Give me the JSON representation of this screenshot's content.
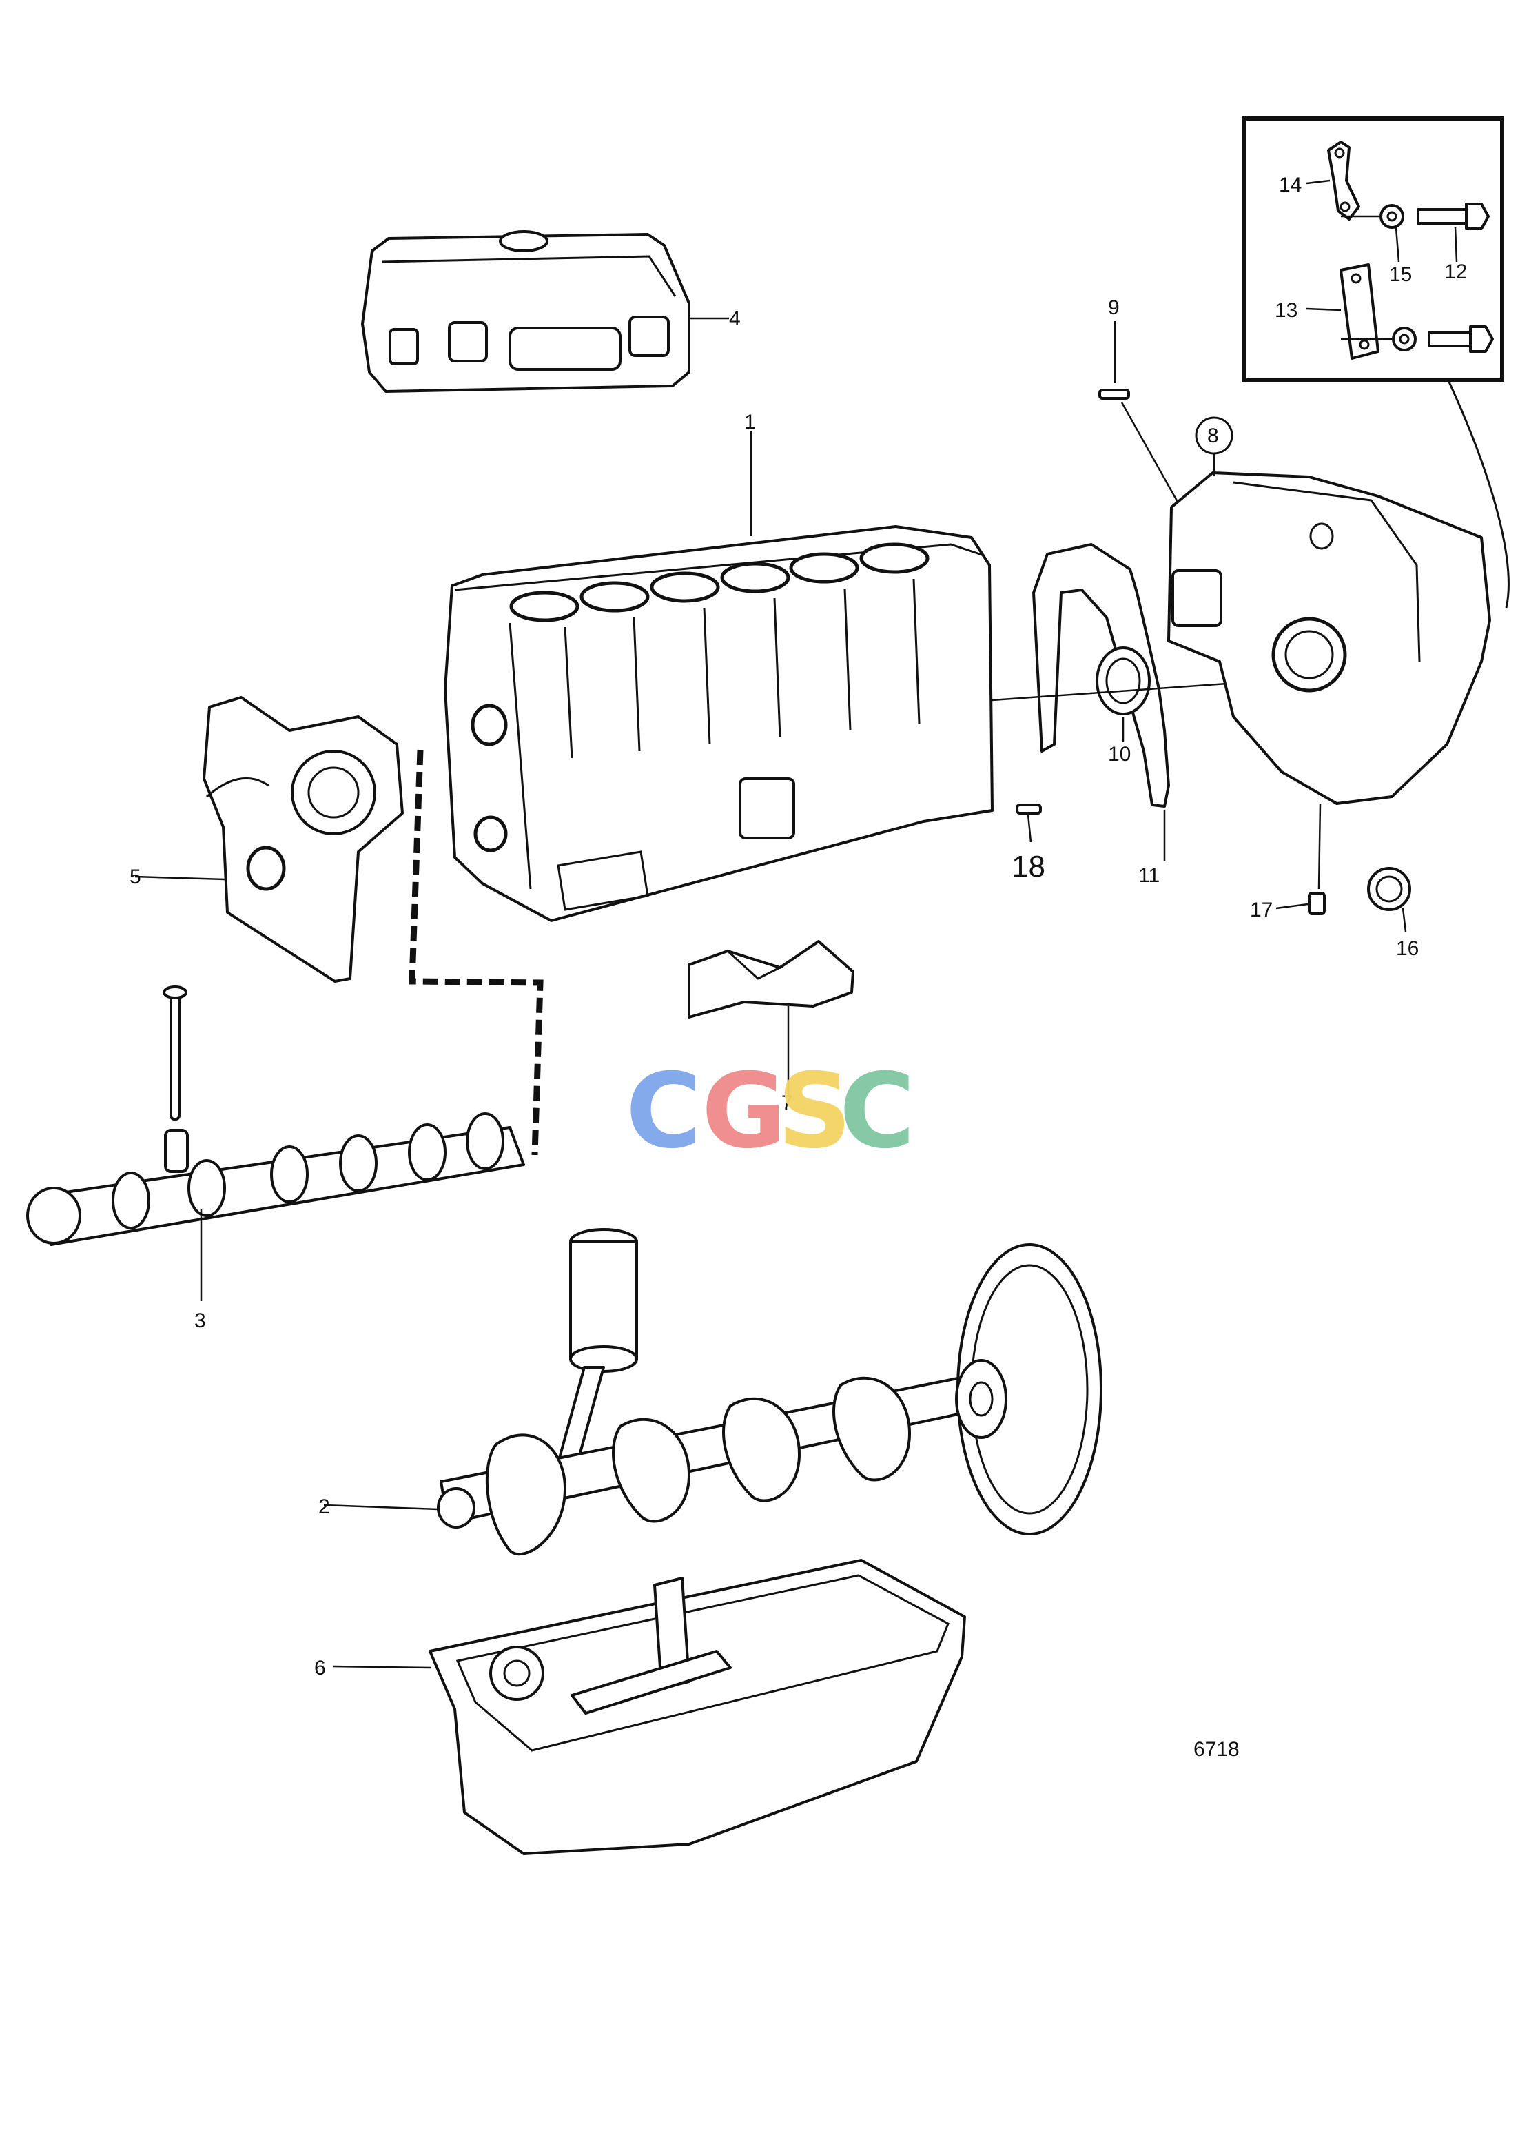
{
  "diagram_code": "6718",
  "watermark": {
    "letters": [
      "C",
      "G",
      "S",
      "C"
    ],
    "colors": [
      "#7ea6ec",
      "#f08a8a",
      "#f3d361",
      "#7fc7a2"
    ]
  },
  "callouts": [
    {
      "id": "1",
      "part": "cylinder-block"
    },
    {
      "id": "2",
      "part": "crankshaft"
    },
    {
      "id": "3",
      "part": "camshaft"
    },
    {
      "id": "4",
      "part": "cylinder-head"
    },
    {
      "id": "5",
      "part": "timing-gear-casing"
    },
    {
      "id": "6",
      "part": "oil-sump"
    },
    {
      "id": "7",
      "part": "engine-mounting"
    },
    {
      "id": "8",
      "part": "flywheel-housing"
    },
    {
      "id": "9",
      "part": "pin"
    },
    {
      "id": "10",
      "part": "seal-ring"
    },
    {
      "id": "11",
      "part": "gasket"
    },
    {
      "id": "12",
      "part": "bolt"
    },
    {
      "id": "13",
      "part": "plate"
    },
    {
      "id": "14",
      "part": "bracket"
    },
    {
      "id": "15",
      "part": "washer"
    },
    {
      "id": "16",
      "part": "plug"
    },
    {
      "id": "17",
      "part": "screw"
    },
    {
      "id": "18",
      "part": "pin"
    }
  ]
}
